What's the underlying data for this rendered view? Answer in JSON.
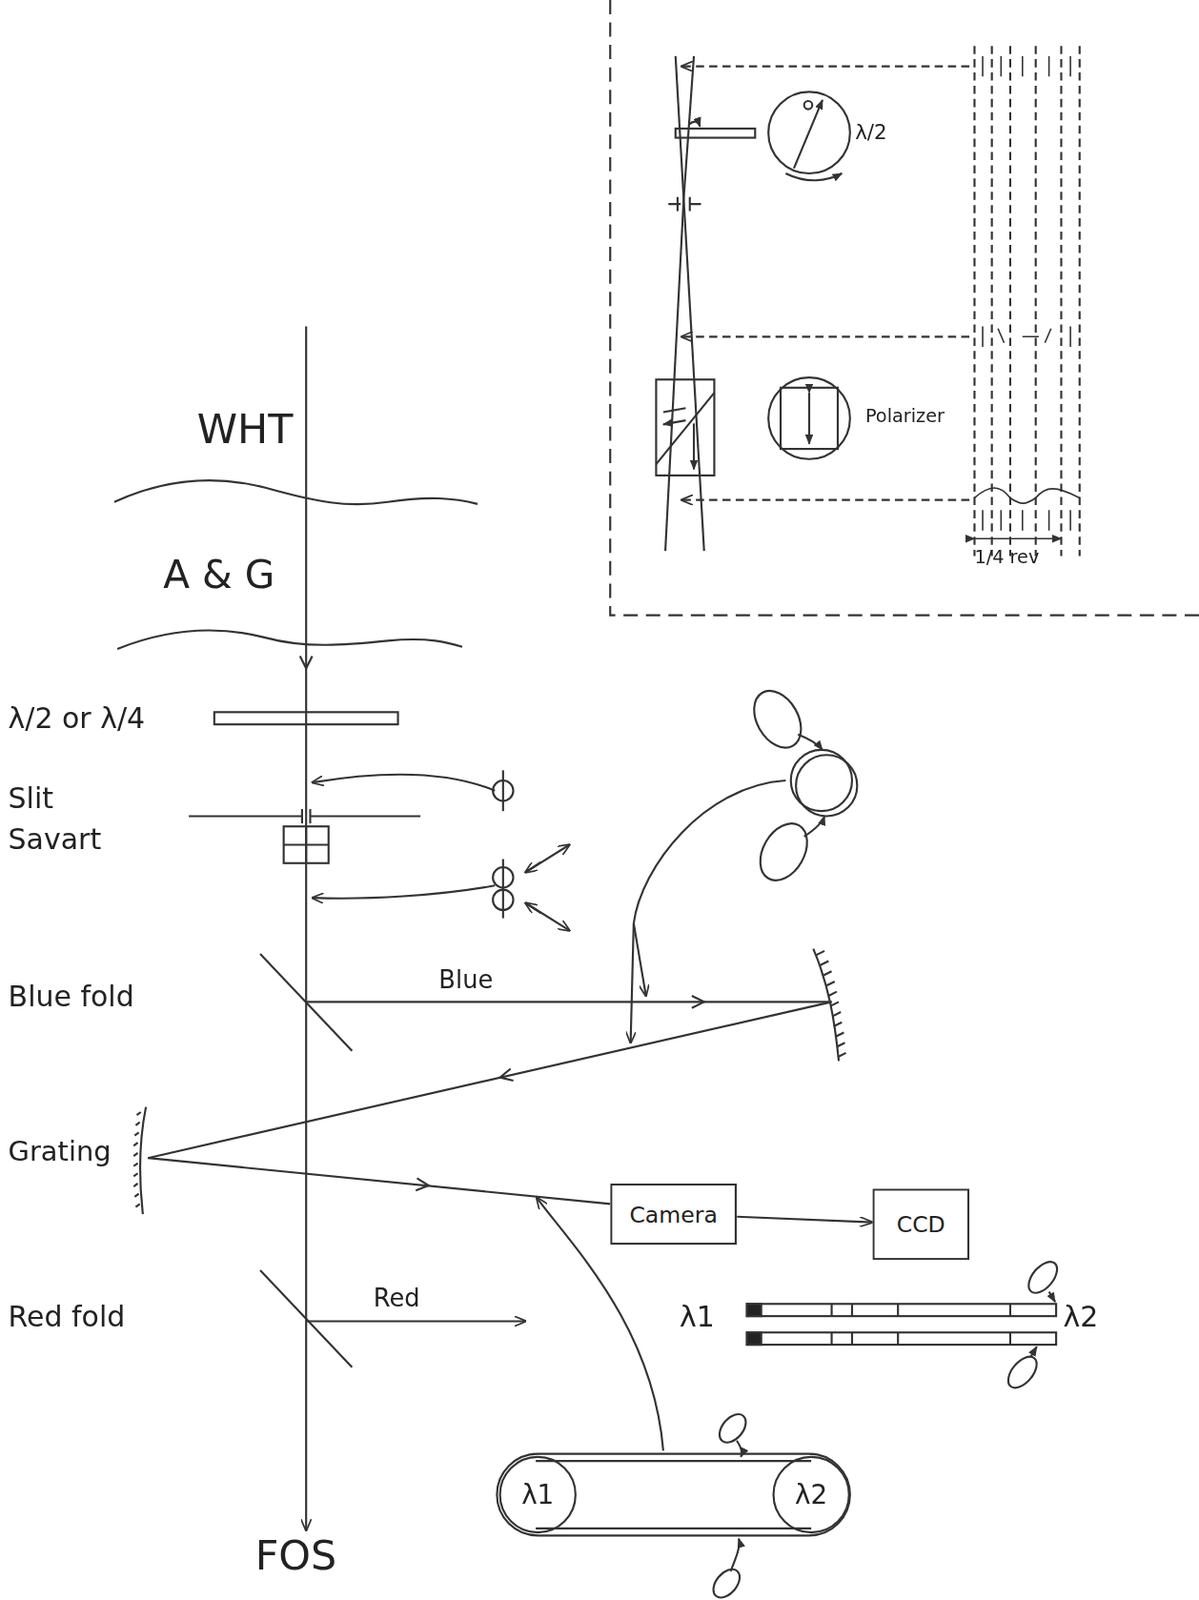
{
  "diagram": {
    "nodes": [
      {
        "text": [
          "Camera"
        ]
      },
      {
        "text": [
          "CCD"
        ]
      },
      {
        "text": [
          "λ1"
        ]
      },
      {
        "text": [
          "λ2"
        ]
      }
    ],
    "edges": [
      {
        "from": 0,
        "to": 1,
        "arrow": "to"
      }
    ],
    "labels": [
      "WHT",
      "A & G",
      "λ/2 or λ/4",
      "Slit",
      "Savart",
      "Blue fold",
      "Blue",
      "Grating",
      "Red fold",
      "Red",
      "FOS",
      "λ1",
      "λ2",
      "λ/2",
      "Polarizer",
      "1/4 rev"
    ]
  }
}
